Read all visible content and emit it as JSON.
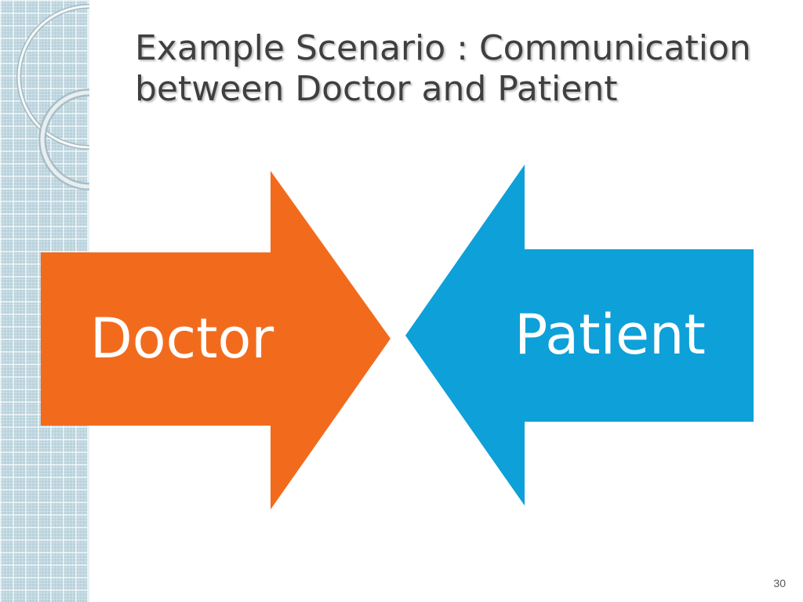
{
  "slide": {
    "title_line1": "Example Scenario : Communication",
    "title_line2": "between Doctor and Patient",
    "page_number": "30"
  },
  "diagram": {
    "left_arrow": {
      "label": "Doctor",
      "color": "#f26b1d",
      "direction": "right"
    },
    "right_arrow": {
      "label": "Patient",
      "color": "#0ea0d8",
      "direction": "left"
    }
  },
  "theme": {
    "band_color": "#b8d2dc",
    "title_color": "#3f3f3f"
  }
}
